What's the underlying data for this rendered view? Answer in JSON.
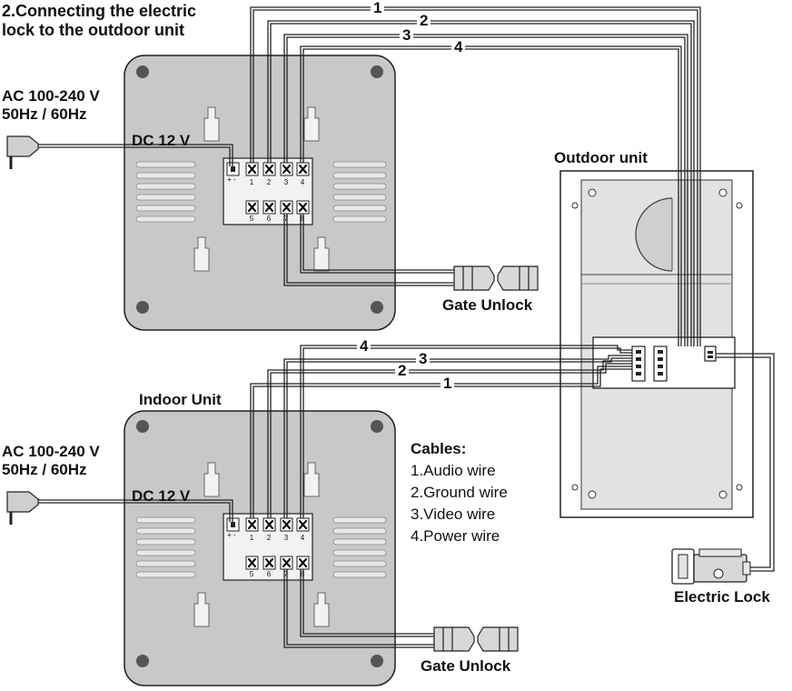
{
  "title_line1": "2.Connecting the electric",
  "title_line2": "lock to the outdoor unit",
  "power_top_line1": "AC 100-240 V",
  "power_top_line2": "50Hz / 60Hz",
  "power_bottom_line1": "AC 100-240 V",
  "power_bottom_line2": "50Hz / 60Hz",
  "dc_top": "DC 12 V",
  "dc_bottom": "DC 12 V",
  "outdoor_unit_label": "Outdoor unit",
  "indoor_unit_label": "Indoor Unit",
  "gate_unlock_top": "Gate Unlock",
  "gate_unlock_bottom": "Gate Unlock",
  "electric_lock_label": "Electric Lock",
  "cables_title": "Cables:",
  "cables": [
    "1.Audio wire",
    "2.Ground wire",
    "3.Video wire",
    "4.Power wire"
  ],
  "wire_numbers": [
    "1",
    "2",
    "3",
    "4"
  ],
  "terminal_pins": [
    "1",
    "2",
    "3",
    "4",
    "5",
    "6",
    "7",
    "8"
  ],
  "polarity": "+ -",
  "colors": {
    "line": "#222222",
    "unit_fill": "#c8c8c8",
    "panel_fill": "#e2e2e2",
    "mount_hole": "#555555",
    "background": "#ffffff"
  }
}
